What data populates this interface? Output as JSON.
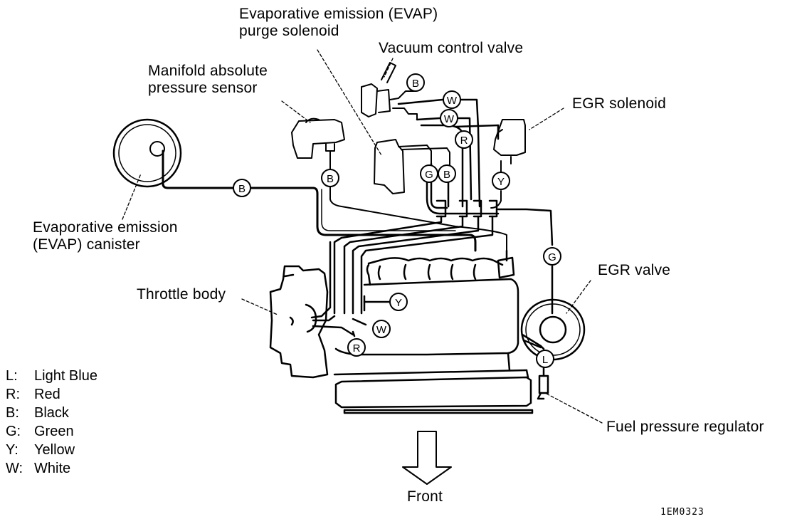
{
  "labels": {
    "evap_purge_solenoid_line1": "Evaporative emission (EVAP)",
    "evap_purge_solenoid_line2": "purge solenoid",
    "vacuum_control_valve": "Vacuum control valve",
    "map_sensor_line1": "Manifold absolute",
    "map_sensor_line2": "pressure sensor",
    "egr_solenoid": "EGR solenoid",
    "evap_canister_line1": "Evaporative emission",
    "evap_canister_line2": "(EVAP) canister",
    "egr_valve": "EGR valve",
    "throttle_body": "Throttle body",
    "fuel_pressure_regulator": "Fuel pressure regulator",
    "front": "Front"
  },
  "hose_tags": [
    "B",
    "W",
    "W",
    "R",
    "B",
    "G",
    "B",
    "Y",
    "G",
    "Y",
    "W",
    "R",
    "L"
  ],
  "legend": [
    {
      "key": "L:",
      "value": "Light Blue"
    },
    {
      "key": "R:",
      "value": "Red"
    },
    {
      "key": "B:",
      "value": "Black"
    },
    {
      "key": "G:",
      "value": "Green"
    },
    {
      "key": "Y:",
      "value": "Yellow"
    },
    {
      "key": "W:",
      "value": "White"
    }
  ],
  "figure_code": "1EM0323"
}
